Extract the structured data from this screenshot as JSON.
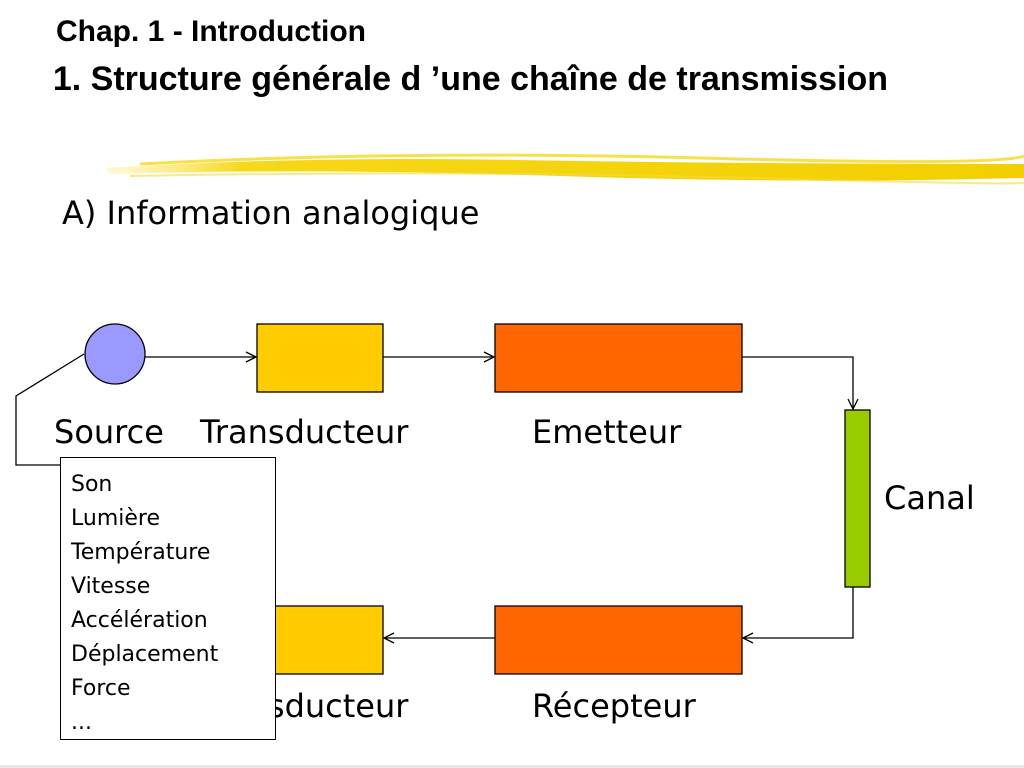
{
  "title": {
    "line1": "Chap. 1 - Introduction",
    "line2": "1. Structure générale d ’une chaîne de transmission"
  },
  "subtitle": "A) Information analogique",
  "diagram": {
    "labels": {
      "source": "Source",
      "transducteur_top": "Transducteur",
      "emetteur": "Emetteur",
      "canal": "Canal",
      "recepteur": "Récepteur",
      "transducteur_bottom": "Transducteur"
    },
    "source_examples": [
      "Son",
      "Lumière",
      "Température",
      "Vitesse",
      "Accélération",
      "Déplacement",
      "Force",
      "..."
    ]
  },
  "colors": {
    "source": "#9999ff",
    "transducteur": "#ffcc00",
    "emetteur": "#ff6600",
    "canal": "#99cc00",
    "highlight_stroke": "#f5d300"
  }
}
